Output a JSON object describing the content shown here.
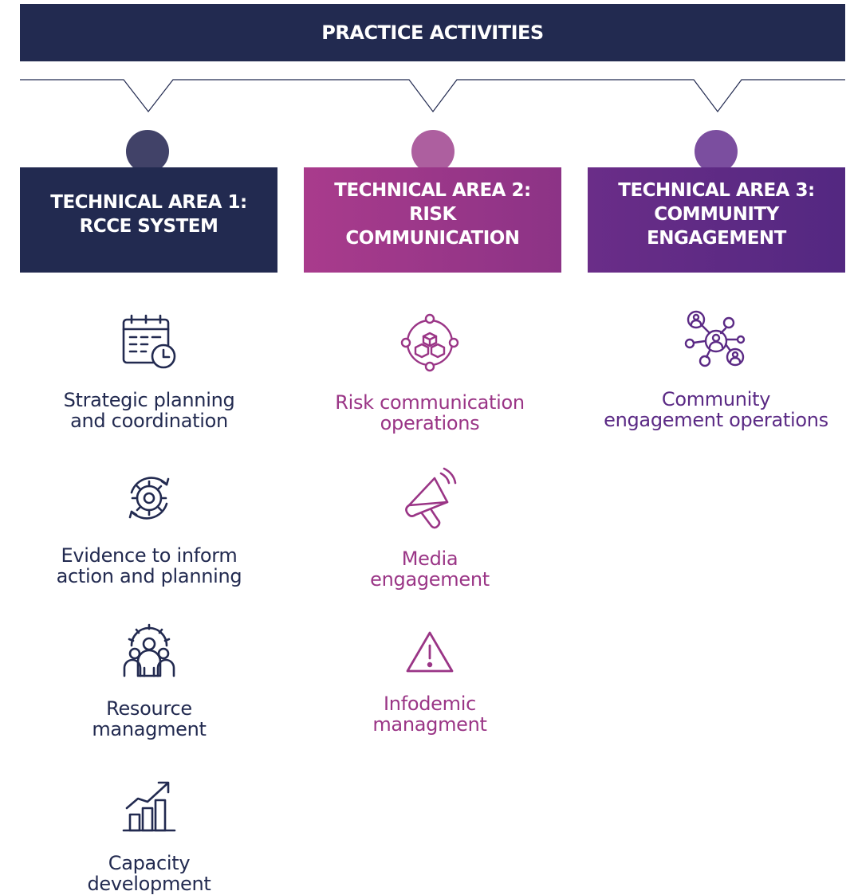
{
  "title": "PRACTICE ACTIVITIES",
  "colors": {
    "banner": "#222a50",
    "area1": "#222a50",
    "area2": "#9a3586",
    "area3": "#5b2a85"
  },
  "areas": [
    {
      "heading": "TECHNICAL AREA 1:\nRCCE SYSTEM",
      "items": [
        {
          "label": "Strategic planning\nand coordination",
          "icon": "calendar-clock-icon"
        },
        {
          "label": "Evidence to inform\naction and planning",
          "icon": "gear-cycle-icon"
        },
        {
          "label": "Resource\nmanagment",
          "icon": "team-gear-icon"
        },
        {
          "label": "Capacity\ndevelopment",
          "icon": "growth-chart-icon"
        }
      ]
    },
    {
      "heading": "TECHNICAL AREA 2:\nRISK\nCOMMUNICATION",
      "items": [
        {
          "label": "Risk communication\noperations",
          "icon": "network-cubes-icon"
        },
        {
          "label": "Media\nengagement",
          "icon": "megaphone-icon"
        },
        {
          "label": "Infodemic\nmanagment",
          "icon": "warning-icon"
        }
      ]
    },
    {
      "heading": "TECHNICAL AREA 3:\nCOMMUNITY\nENGAGEMENT",
      "items": [
        {
          "label": "Community\nengagement operations",
          "icon": "people-network-icon"
        }
      ]
    }
  ]
}
